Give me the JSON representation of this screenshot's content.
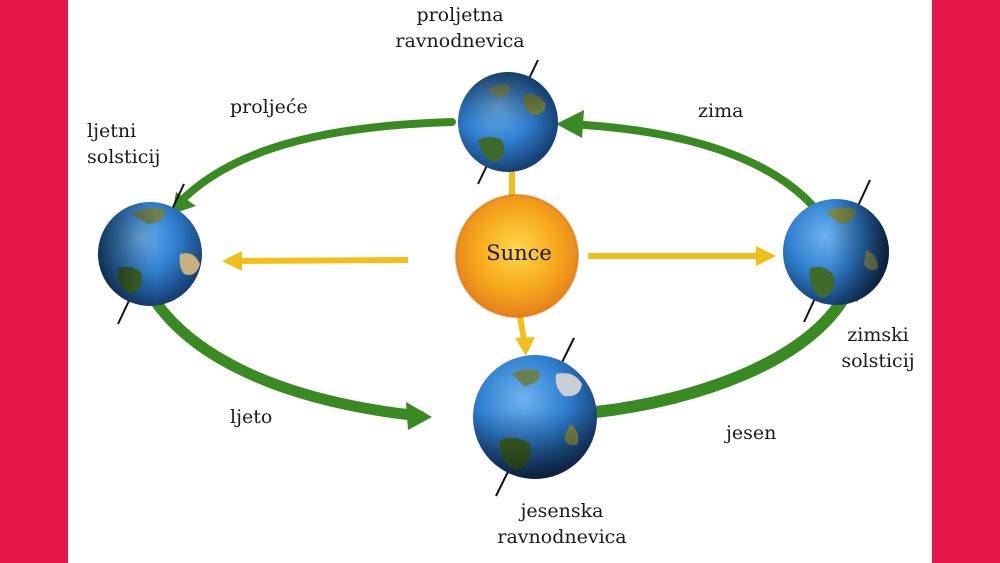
{
  "colors": {
    "side_bars": "#e8174a",
    "background": "#ffffff",
    "orbit": "#3a8a24",
    "sun_arrows": "#f2bf1a",
    "sun": "#f4a21c",
    "earth_ocean": "#2f7fd0",
    "earth_land": "#3f6a2a"
  },
  "sun": {
    "label": "Sunce"
  },
  "points": {
    "spring_equinox": {
      "line1": "proljetna",
      "line2": "ravnodnevica"
    },
    "summer_solstice": {
      "line1": "ljetni",
      "line2": "solsticij"
    },
    "autumn_equinox": {
      "line1": "jesenska",
      "line2": "ravnodnevica"
    },
    "winter_solstice": {
      "line1": "zimski",
      "line2": "solsticij"
    }
  },
  "seasons": {
    "spring": "proljeće",
    "summer": "ljeto",
    "autumn": "jesen",
    "winter": "zima"
  }
}
